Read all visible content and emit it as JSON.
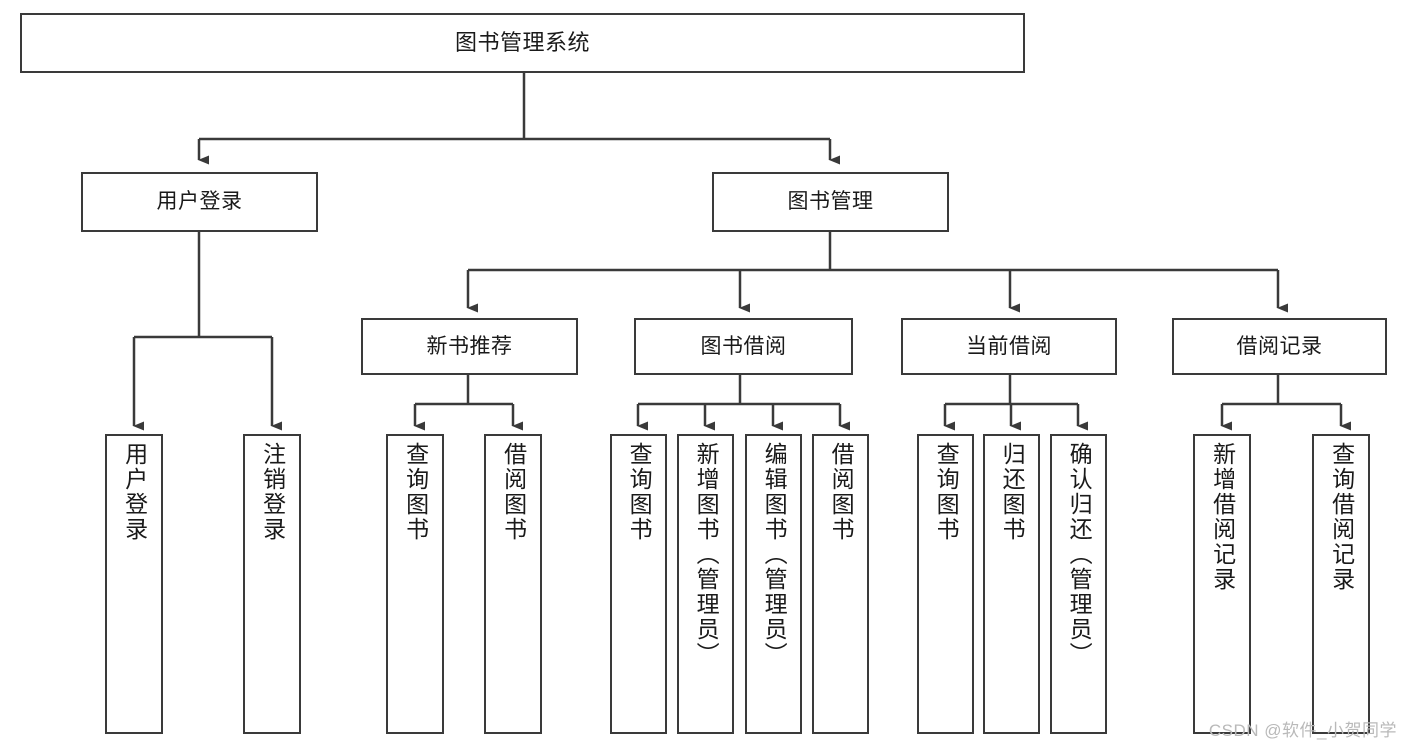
{
  "diagram": {
    "title": "图书管理系统",
    "watermark": "CSDN @软件_小贺同学",
    "line_color": "#3a3a3a",
    "box_fill": "#ffffff",
    "text_color": "#1a1a1a",
    "watermark_color": "#b9b9b9"
  },
  "nodes": {
    "root": {
      "label": "图书管理系统"
    },
    "level1": [
      {
        "label": "用户登录"
      },
      {
        "label": "图书管理"
      }
    ],
    "level2": [
      {
        "label": "新书推荐"
      },
      {
        "label": "图书借阅"
      },
      {
        "label": "当前借阅"
      },
      {
        "label": "借阅记录"
      }
    ],
    "leaves_user_login": [
      {
        "label": "用户登录"
      },
      {
        "label": "注销登录"
      }
    ],
    "leaves_new_book": [
      {
        "label": "查询图书"
      },
      {
        "label": "借阅图书"
      }
    ],
    "leaves_borrow": [
      {
        "label": "查询图书"
      },
      {
        "label": "新增图书（管理员）"
      },
      {
        "label": "编辑图书（管理员）"
      },
      {
        "label": "借阅图书"
      }
    ],
    "leaves_current": [
      {
        "label": "查询图书"
      },
      {
        "label": "归还图书"
      },
      {
        "label": "确认归还（管理员）"
      }
    ],
    "leaves_records": [
      {
        "label": "新增借阅记录"
      },
      {
        "label": "查询借阅记录"
      }
    ]
  }
}
